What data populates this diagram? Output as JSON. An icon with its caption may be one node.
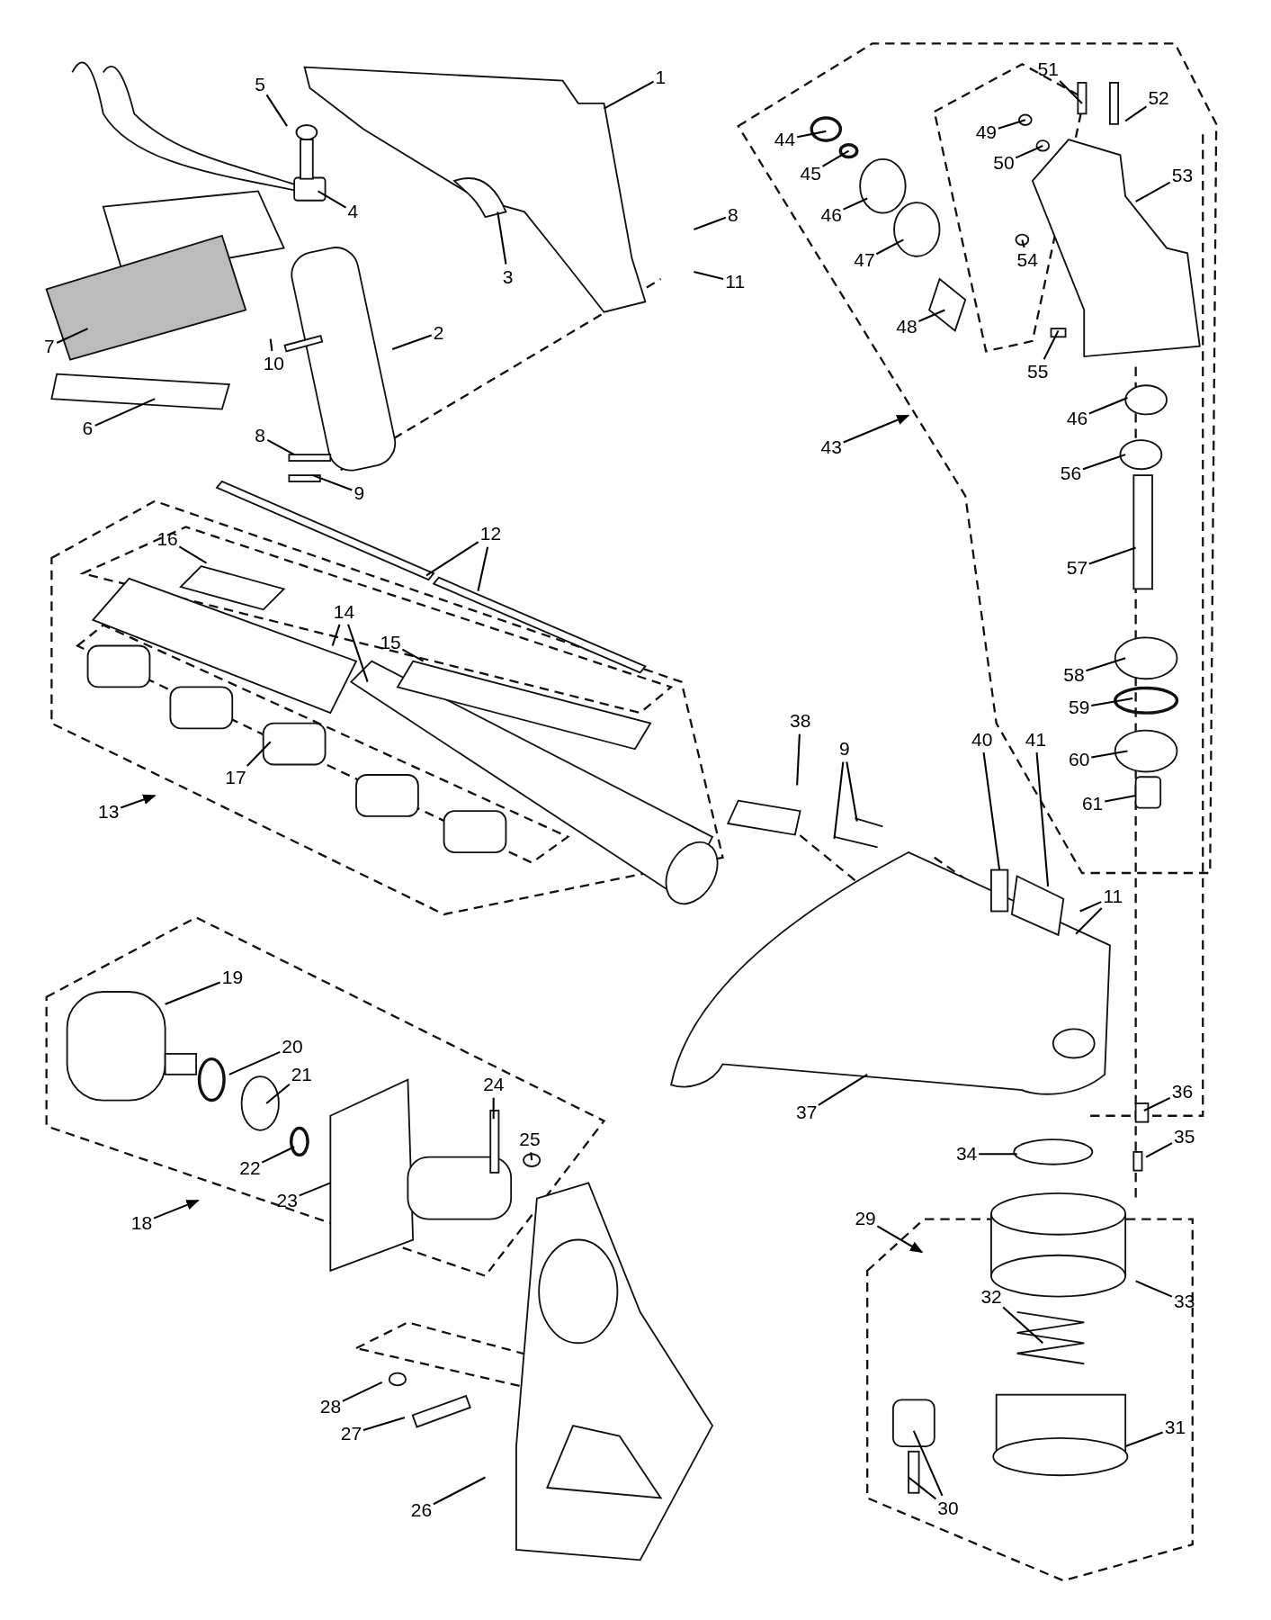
{
  "diagram": {
    "nodes": [
      {
        "text": [
          "1"
        ]
      },
      {
        "text": [
          "5"
        ]
      },
      {
        "text": [
          "4"
        ]
      },
      {
        "text": [
          "3"
        ]
      },
      {
        "text": [
          "8"
        ]
      },
      {
        "text": [
          "11"
        ]
      },
      {
        "text": [
          "2"
        ]
      },
      {
        "text": [
          "7"
        ]
      },
      {
        "text": [
          "10"
        ]
      },
      {
        "text": [
          "6"
        ]
      },
      {
        "text": [
          "8"
        ]
      },
      {
        "text": [
          "9"
        ]
      },
      {
        "text": [
          "16"
        ]
      },
      {
        "text": [
          "12"
        ]
      },
      {
        "text": [
          "14"
        ]
      },
      {
        "text": [
          "15"
        ]
      },
      {
        "text": [
          "17"
        ]
      },
      {
        "text": [
          "13"
        ]
      },
      {
        "text": [
          "38"
        ]
      },
      {
        "text": [
          "9"
        ]
      },
      {
        "text": [
          "40"
        ]
      },
      {
        "text": [
          "41"
        ]
      },
      {
        "text": [
          "11"
        ]
      },
      {
        "text": [
          "44"
        ]
      },
      {
        "text": [
          "45"
        ]
      },
      {
        "text": [
          "46"
        ]
      },
      {
        "text": [
          "47"
        ]
      },
      {
        "text": [
          "48"
        ]
      },
      {
        "text": [
          "49"
        ]
      },
      {
        "text": [
          "50"
        ]
      },
      {
        "text": [
          "51"
        ]
      },
      {
        "text": [
          "52"
        ]
      },
      {
        "text": [
          "53"
        ]
      },
      {
        "text": [
          "54"
        ]
      },
      {
        "text": [
          "55"
        ]
      },
      {
        "text": [
          "43"
        ]
      },
      {
        "text": [
          "46"
        ]
      },
      {
        "text": [
          "56"
        ]
      },
      {
        "text": [
          "57"
        ]
      },
      {
        "text": [
          "58"
        ]
      },
      {
        "text": [
          "59"
        ]
      },
      {
        "text": [
          "60"
        ]
      },
      {
        "text": [
          "61"
        ]
      },
      {
        "text": [
          "19"
        ]
      },
      {
        "text": [
          "20"
        ]
      },
      {
        "text": [
          "21"
        ]
      },
      {
        "text": [
          "24"
        ]
      },
      {
        "text": [
          "25"
        ]
      },
      {
        "text": [
          "18"
        ]
      },
      {
        "text": [
          "22"
        ]
      },
      {
        "text": [
          "23"
        ]
      },
      {
        "text": [
          "37"
        ]
      },
      {
        "text": [
          "36"
        ]
      },
      {
        "text": [
          "35"
        ]
      },
      {
        "text": [
          "34"
        ]
      },
      {
        "text": [
          "29"
        ]
      },
      {
        "text": [
          "33"
        ]
      },
      {
        "text": [
          "32"
        ]
      },
      {
        "text": [
          "28"
        ]
      },
      {
        "text": [
          "27"
        ]
      },
      {
        "text": [
          "31"
        ]
      },
      {
        "text": [
          "30"
        ]
      },
      {
        "text": [
          "26"
        ]
      }
    ],
    "edges": [
      {
        "from": 0,
        "to": null,
        "arrow": "none"
      },
      {
        "from": 1,
        "to": null,
        "arrow": "none"
      },
      {
        "from": 2,
        "to": null,
        "arrow": "none"
      },
      {
        "from": 3,
        "to": null,
        "arrow": "none"
      },
      {
        "from": 4,
        "to": null,
        "arrow": "none"
      },
      {
        "from": 5,
        "to": null,
        "arrow": "none"
      },
      {
        "from": 6,
        "to": null,
        "arrow": "none"
      },
      {
        "from": 7,
        "to": null,
        "arrow": "none"
      },
      {
        "from": 8,
        "to": null,
        "arrow": "none"
      },
      {
        "from": 9,
        "to": null,
        "arrow": "none"
      },
      {
        "from": 10,
        "to": null,
        "arrow": "none"
      },
      {
        "from": 11,
        "to": null,
        "arrow": "none"
      },
      {
        "from": 12,
        "to": null,
        "arrow": "none"
      },
      {
        "from": 13,
        "to": null,
        "arrow": "none"
      },
      {
        "from": 13,
        "to": null,
        "arrow": "none"
      },
      {
        "from": 14,
        "to": null,
        "arrow": "none"
      },
      {
        "from": 14,
        "to": null,
        "arrow": "none"
      },
      {
        "from": 15,
        "to": null,
        "arrow": "none"
      },
      {
        "from": 16,
        "to": null,
        "arrow": "none"
      },
      {
        "from": 17,
        "to": null,
        "arrow": "to"
      },
      {
        "from": 18,
        "to": null,
        "arrow": "none"
      },
      {
        "from": 19,
        "to": null,
        "arrow": "none"
      },
      {
        "from": 19,
        "to": null,
        "arrow": "none"
      },
      {
        "from": 20,
        "to": null,
        "arrow": "none"
      },
      {
        "from": 21,
        "to": null,
        "arrow": "none"
      },
      {
        "from": 22,
        "to": null,
        "arrow": "none"
      },
      {
        "from": 22,
        "to": null,
        "arrow": "none"
      },
      {
        "from": 23,
        "to": null,
        "arrow": "none"
      },
      {
        "from": 24,
        "to": null,
        "arrow": "none"
      },
      {
        "from": 25,
        "to": null,
        "arrow": "none"
      },
      {
        "from": 26,
        "to": null,
        "arrow": "none"
      },
      {
        "from": 27,
        "to": null,
        "arrow": "none"
      },
      {
        "from": 28,
        "to": null,
        "arrow": "none"
      },
      {
        "from": 29,
        "to": null,
        "arrow": "none"
      },
      {
        "from": 30,
        "to": null,
        "arrow": "none"
      },
      {
        "from": 31,
        "to": null,
        "arrow": "none"
      },
      {
        "from": 32,
        "to": null,
        "arrow": "none"
      },
      {
        "from": 33,
        "to": null,
        "arrow": "none"
      },
      {
        "from": 34,
        "to": null,
        "arrow": "none"
      },
      {
        "from": 35,
        "to": null,
        "arrow": "to"
      },
      {
        "from": 36,
        "to": null,
        "arrow": "none"
      },
      {
        "from": 37,
        "to": null,
        "arrow": "none"
      },
      {
        "from": 38,
        "to": null,
        "arrow": "none"
      },
      {
        "from": 39,
        "to": null,
        "arrow": "none"
      },
      {
        "from": 40,
        "to": null,
        "arrow": "none"
      },
      {
        "from": 41,
        "to": null,
        "arrow": "none"
      },
      {
        "from": 42,
        "to": null,
        "arrow": "none"
      },
      {
        "from": 43,
        "to": null,
        "arrow": "none"
      },
      {
        "from": 44,
        "to": null,
        "arrow": "none"
      },
      {
        "from": 45,
        "to": null,
        "arrow": "none"
      },
      {
        "from": 46,
        "to": null,
        "arrow": "none"
      },
      {
        "from": 47,
        "to": null,
        "arrow": "none"
      },
      {
        "from": 48,
        "to": null,
        "arrow": "to"
      },
      {
        "from": 49,
        "to": null,
        "arrow": "none"
      },
      {
        "from": 50,
        "to": null,
        "arrow": "none"
      },
      {
        "from": 51,
        "to": null,
        "arrow": "none"
      },
      {
        "from": 52,
        "to": null,
        "arrow": "none"
      },
      {
        "from": 53,
        "to": null,
        "arrow": "none"
      },
      {
        "from": 54,
        "to": null,
        "arrow": "none"
      },
      {
        "from": 55,
        "to": null,
        "arrow": "to"
      },
      {
        "from": 56,
        "to": null,
        "arrow": "none"
      },
      {
        "from": 57,
        "to": null,
        "arrow": "none"
      },
      {
        "from": 58,
        "to": null,
        "arrow": "none"
      },
      {
        "from": 59,
        "to": null,
        "arrow": "none"
      },
      {
        "from": 60,
        "to": null,
        "arrow": "none"
      },
      {
        "from": 61,
        "to": null,
        "arrow": "none"
      },
      {
        "from": 61,
        "to": null,
        "arrow": "none"
      },
      {
        "from": 62,
        "to": null,
        "arrow": "none"
      }
    ]
  }
}
